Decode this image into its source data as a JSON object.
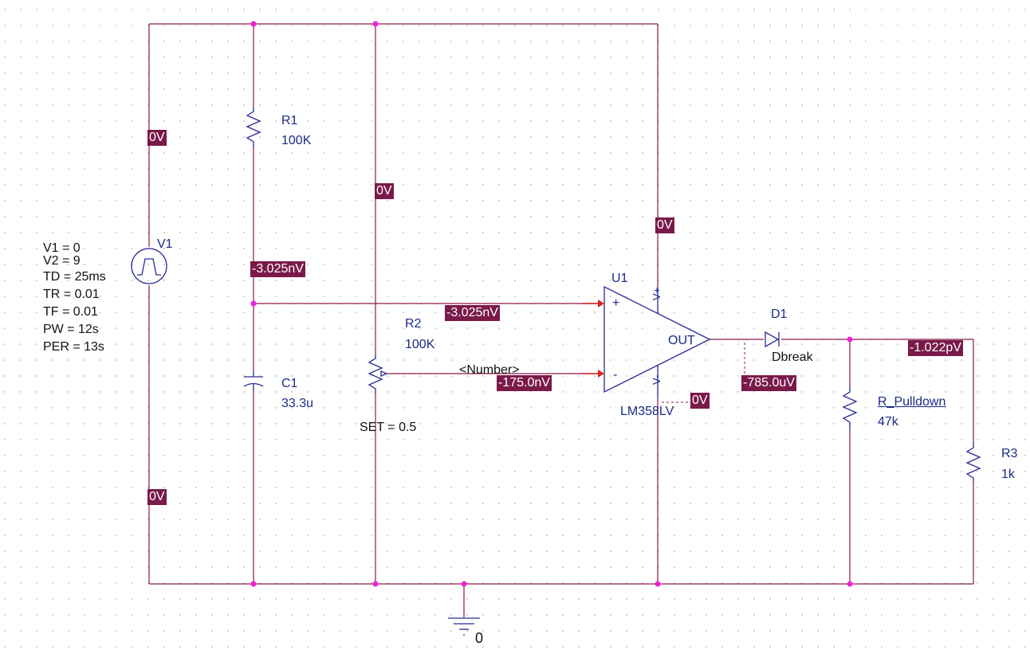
{
  "components": {
    "V1": {
      "name": "V1",
      "params": [
        "V1 = 0",
        "V2 = 9",
        "TD = 25ms",
        "TR = 0.01",
        "TF = 0.01",
        "PW = 12s",
        "PER = 13s"
      ]
    },
    "R1": {
      "name": "R1",
      "value": "100K"
    },
    "C1": {
      "name": "C1",
      "value": "33.3u"
    },
    "R2": {
      "name": "R2",
      "value": "100K",
      "set": "SET = 0.5",
      "param": "<Number>"
    },
    "U1": {
      "name": "U1",
      "model": "LM358LV",
      "pin_plus": "+",
      "pin_minus": "-",
      "pin_out": "OUT",
      "pin_vplus": "V+",
      "pin_vminus": "V-"
    },
    "D1": {
      "name": "D1",
      "model": "Dbreak"
    },
    "R_Pulldown": {
      "name": "R_Pulldown",
      "value": "47k"
    },
    "R3": {
      "name": "R3",
      "value": "1k"
    },
    "ground": {
      "label": "0"
    }
  },
  "voltage_markers": {
    "v1_top": "0V",
    "v1_bottom": "0V",
    "r2_top": "0V",
    "u1_vplus": "0V",
    "node_r1c1": "-3.025nV",
    "u1_in_plus": "-3.025nV",
    "u1_in_minus": "-175.0nV",
    "u1_vminus": "0V",
    "d1_anode": "-785.0uV",
    "output_node": "-1.022pV"
  },
  "colors": {
    "wire": "#8b1a4a",
    "component": "#2a2a9a",
    "junction": "#ee22dd",
    "marker_bg": "#7a1a4a",
    "pin_arrow": "#dd2222"
  }
}
